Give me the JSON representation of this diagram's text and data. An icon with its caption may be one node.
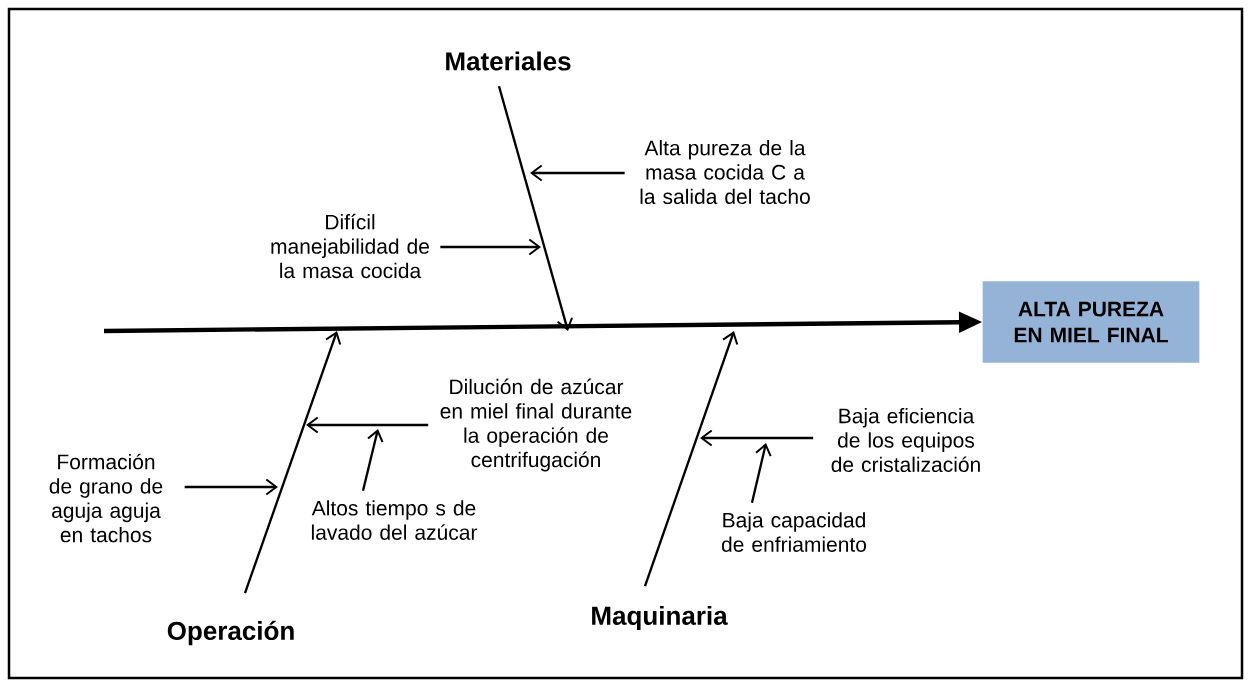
{
  "diagram": {
    "nodes": [
      {
        "text": [
          "Materiales"
        ]
      },
      {
        "text": [
          "Alta pureza de la masa cocida C a la salida del tacho"
        ]
      },
      {
        "text": [
          "Difícil manejabilidad de la masa cocida"
        ]
      },
      {
        "text": [
          "ALTA PUREZA EN MIEL FINAL"
        ]
      },
      {
        "text": [
          "Dilución de azúcar en miel final durante la operación de centrifugación"
        ]
      },
      {
        "text": [
          "Baja eficiencia de los equipos de cristalización"
        ]
      },
      {
        "text": [
          "Formación de grano de aguja aguja en tachos"
        ]
      },
      {
        "text": [
          "Altos tiempo s de lavado del azúcar"
        ]
      },
      {
        "text": [
          "Baja capacidad de enfriamiento"
        ]
      },
      {
        "text": [
          "Operación"
        ]
      },
      {
        "text": [
          "Maquinaria"
        ]
      }
    ],
    "edges": [
      {
        "from": null,
        "to": 3,
        "arrow": "to",
        "style": "thick"
      },
      {
        "from": 0,
        "to": null,
        "arrow": "to"
      },
      {
        "from": 1,
        "to": null,
        "arrow": "to"
      },
      {
        "from": 2,
        "to": null,
        "arrow": "to"
      },
      {
        "from": 9,
        "to": null,
        "arrow": "to"
      },
      {
        "from": 4,
        "to": null,
        "arrow": "to"
      },
      {
        "from": 7,
        "to": null,
        "arrow": "to"
      },
      {
        "from": 6,
        "to": null,
        "arrow": "to"
      },
      {
        "from": 10,
        "to": null,
        "arrow": "to"
      },
      {
        "from": 5,
        "to": null,
        "arrow": "to"
      },
      {
        "from": 8,
        "to": null,
        "arrow": "to"
      }
    ]
  }
}
